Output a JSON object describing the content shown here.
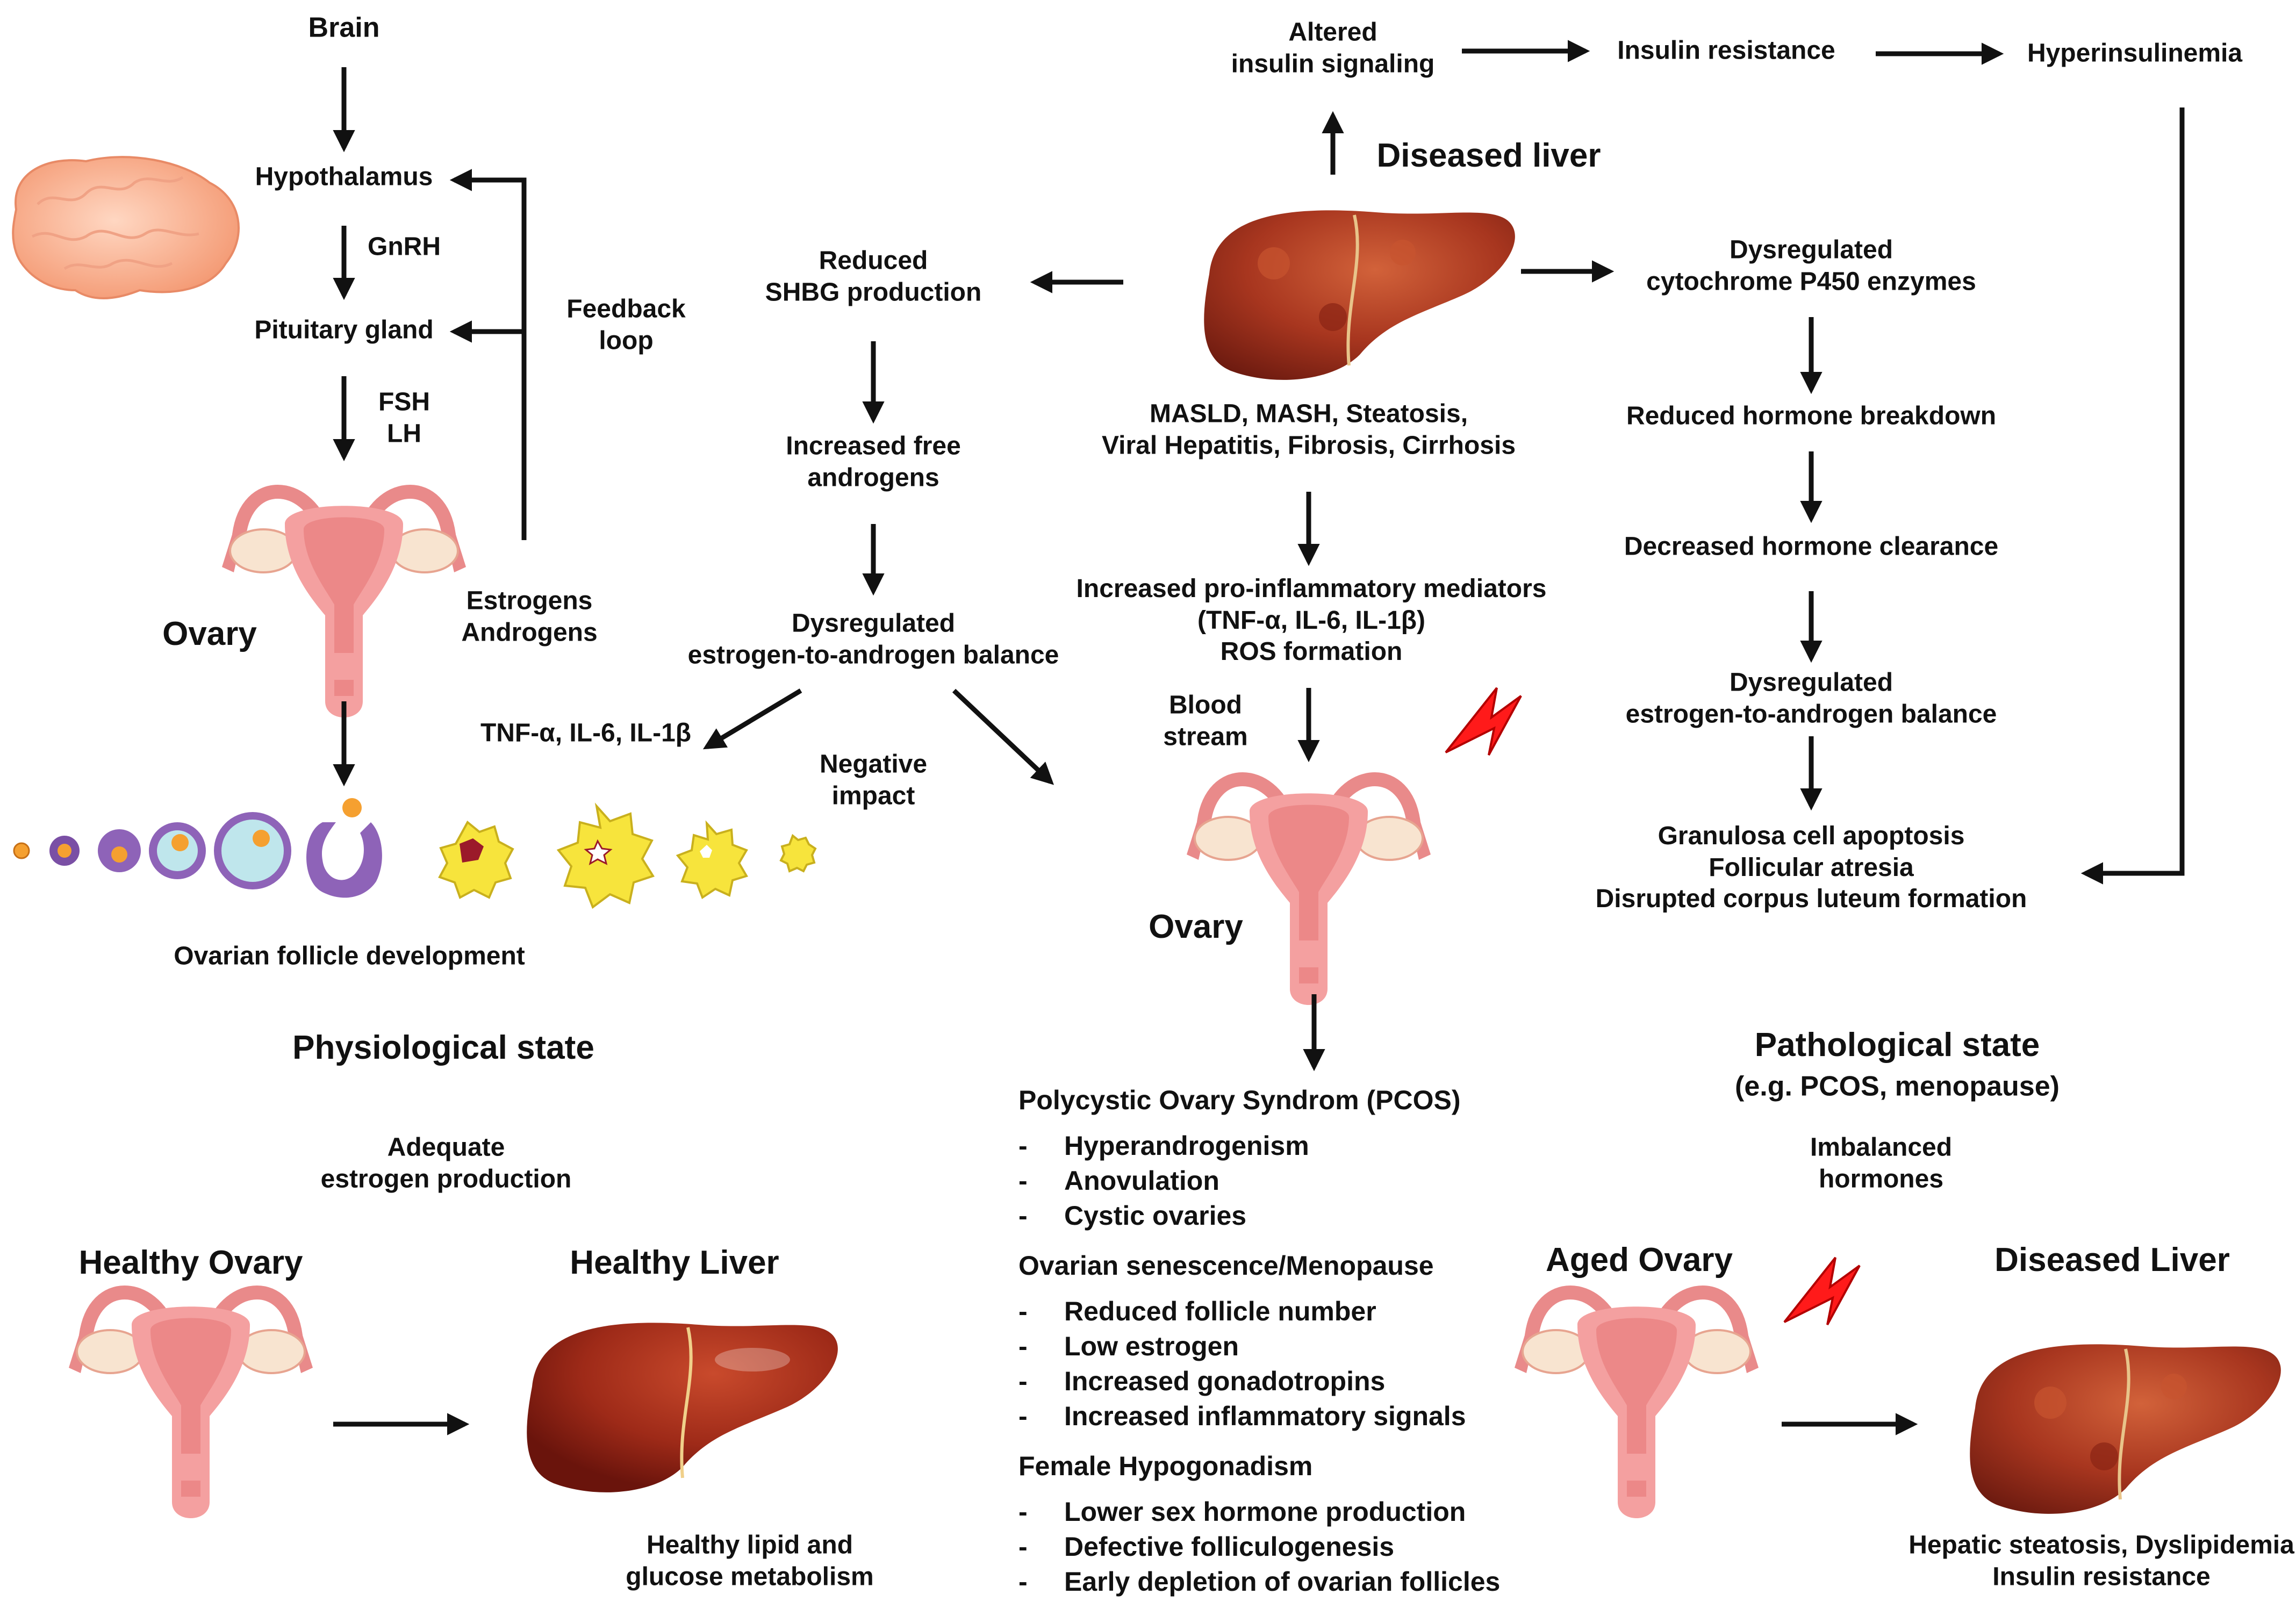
{
  "physiological": {
    "brain": "Brain",
    "hypothalamus": "Hypothalamus",
    "gnrh": "GnRH",
    "pituitary": "Pituitary gland",
    "fsh": "FSH",
    "lh": "LH",
    "feedback": [
      "Feedback",
      "loop"
    ],
    "ovary": "Ovary",
    "hormones": [
      "Estrogens",
      "Androgens"
    ],
    "follicle_caption": "Ovarian follicle development",
    "state_title": "Physiological state",
    "estrogen_note": [
      "Adequate",
      "estrogen production"
    ],
    "healthy_ovary": "Healthy Ovary",
    "healthy_liver": "Healthy Liver",
    "healthy_metabolism": [
      "Healthy lipid and",
      "glucose metabolism"
    ]
  },
  "top_chain": {
    "altered": [
      "Altered",
      "insulin signaling"
    ],
    "insulin_resistance": "Insulin resistance",
    "hyperinsulinemia": "Hyperinsulinemia"
  },
  "liver": {
    "title": "Diseased liver",
    "conditions": [
      "MASLD, MASH, Steatosis,",
      "Viral Hepatitis, Fibrosis, Cirrhosis"
    ]
  },
  "left_chain": {
    "shbg": [
      "Reduced",
      "SHBG production"
    ],
    "free_androgens": [
      "Increased free",
      "androgens"
    ],
    "balance": [
      "Dysregulated",
      "estrogen-to-androgen balance"
    ],
    "cytokines": "TNF-α, IL-6, IL-1β",
    "negative": [
      "Negative",
      "impact"
    ]
  },
  "center_chain": {
    "inflammation": [
      "Increased pro-inflammatory mediators",
      "(TNF-α, IL-6, IL-1β)",
      "ROS formation"
    ],
    "blood": [
      "Blood",
      "stream"
    ],
    "ovary": "Ovary"
  },
  "right_chain": {
    "p450": [
      "Dysregulated",
      "cytochrome P450 enzymes"
    ],
    "breakdown": "Reduced hormone breakdown",
    "clearance": "Decreased hormone clearance",
    "balance": [
      "Dysregulated",
      "estrogen-to-androgen balance"
    ],
    "outcome": [
      "Granulosa cell apoptosis",
      "Follicular atresia",
      "Disrupted corpus luteum formation"
    ]
  },
  "conditions_list": [
    {
      "heading": "Polycystic Ovary Syndrom (PCOS)",
      "items": [
        "Hyperandrogenism",
        "Anovulation",
        "Cystic ovaries"
      ]
    },
    {
      "heading": "Ovarian senescence/Menopause",
      "items": [
        "Reduced follicle number",
        "Low estrogen",
        "Increased gonadotropins",
        "Increased inflammatory signals"
      ]
    },
    {
      "heading": "Female Hypogonadism",
      "items": [
        "Lower sex hormone production",
        "Defective folliculogenesis",
        "Early depletion of ovarian follicles"
      ]
    }
  ],
  "pathological": {
    "state_title": "Pathological state",
    "state_sub": "(e.g. PCOS, menopause)",
    "imbalanced": [
      "Imbalanced",
      "hormones"
    ],
    "aged_ovary": "Aged Ovary",
    "diseased_liver": "Diseased Liver",
    "effects": [
      "Hepatic steatosis, Dyslipidemia",
      "Insulin resistance"
    ]
  },
  "colors": {
    "uterus": "#f4a0a0",
    "ovary": "#f8e4d0",
    "liver": "#a8361f",
    "lightning": "#ff1a1a",
    "follicle_yellow": "#f7e43c",
    "follicle_purple": "#8e63b8"
  }
}
